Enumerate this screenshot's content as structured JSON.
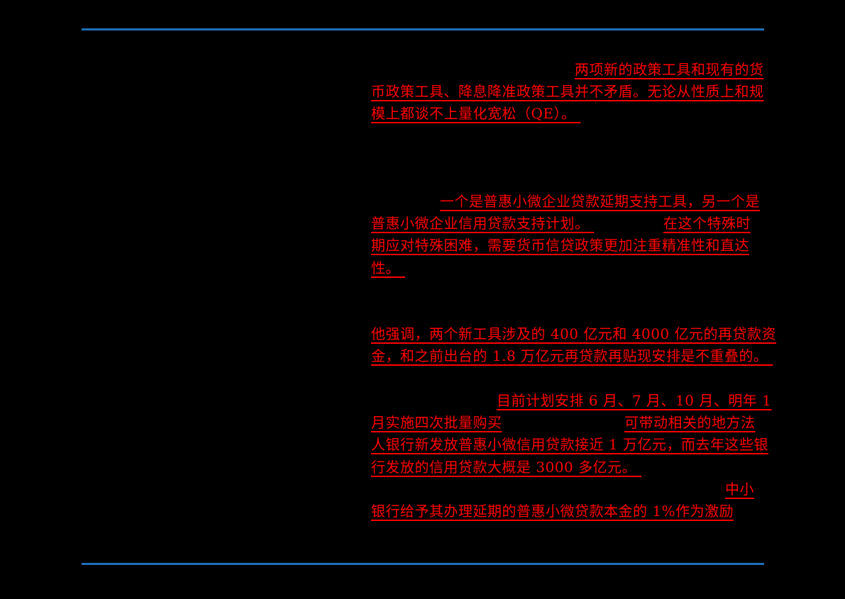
{
  "colors": {
    "background": "#000000",
    "text_red": "#FF0000",
    "rule_blue": "#1E6FB8"
  },
  "document": {
    "lines": [
      "两项新的政策工具和现有的货",
      "币政策工具、降息降准政策工具并不矛盾。无论从性质上和规",
      "模上都谈不上量化宽松（QE）。 ",
      "一个是普惠小微企业贷款延期支持工具，另一个是",
      "普惠小微企业信用贷款支持计划。 ",
      "在这个特殊时",
      "期应对特殊困难，需要货币信贷政策更加注重精准性和直达",
      "性。 ",
      "他强调，两个新工具涉及的 400 亿元和 4000 亿元的再贷款资",
      "金，和之前出台的 1.8 万亿元再贷款再贴现安排是不重叠的。 ",
      "目前计划安排 6 月、7 月、10 月、明年 1",
      "月实施四次批量购买",
      "可带动相关的地方法",
      "人银行新发放普惠小微信用贷款接近 1 万亿元，而去年这些银",
      "行发放的信用贷款大概是 3000 多亿元。 ",
      "中小",
      "银行给予其办理延期的普惠小微贷款本金的 1%作为激励"
    ]
  }
}
